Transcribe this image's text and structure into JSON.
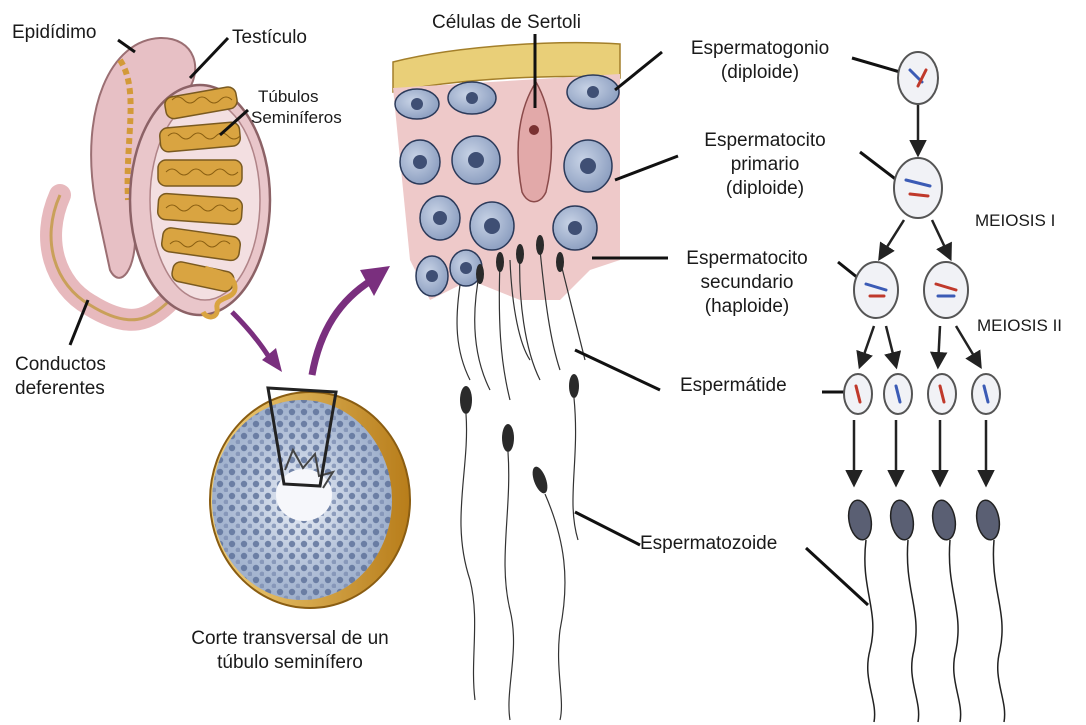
{
  "labels": {
    "epididimo": "Epidídimo",
    "testiculo": "Testículo",
    "tubulos": "Túbulos",
    "seminiferos": "Seminíferos",
    "conductos": "Conductos",
    "deferentes": "deferentes",
    "corte_line1": "Corte transversal  de un",
    "corte_line2": "túbulo  seminífero",
    "sertoli": "Células de Sertoli",
    "espermatogonio": "Espermatogonio",
    "espermatogonio_ploidy": "(diploide)",
    "espermatocito1_a": "Espermatocito",
    "espermatocito1_b": "primario",
    "espermatocito1_c": "(diploide)",
    "espermatocito2_a": "Espermatocito",
    "espermatocito2_b": "secundario",
    "espermatocito2_c": "(haploide)",
    "espermatide": "Espermátide",
    "espermatozoide": "Espermatozoide",
    "meiosis1": "MEIOSIS  I",
    "meiosis2": "MEIOSIS  II"
  },
  "colors": {
    "tissue_pink": "#eec9c9",
    "tubule_gold": "#d9a441",
    "cell_blue": "#7f93b3",
    "arrow_purple": "#7a2f7e",
    "chromosome_blue": "#3b5bb5",
    "chromosome_red": "#c0392b"
  }
}
